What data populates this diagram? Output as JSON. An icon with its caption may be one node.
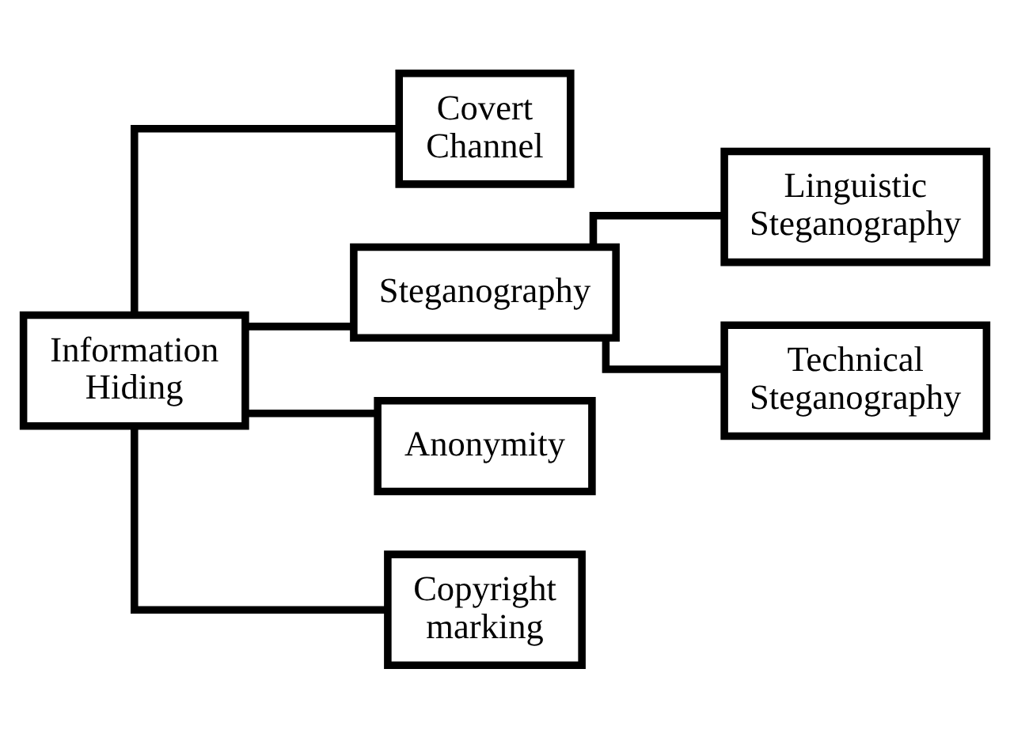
{
  "diagram": {
    "nodes": [
      {
        "text": [
          "Information Hiding"
        ]
      },
      {
        "text": [
          "Covert Channel"
        ]
      },
      {
        "text": [
          "Steganography"
        ]
      },
      {
        "text": [
          "Linguistic Steganography"
        ]
      },
      {
        "text": [
          "Technical Steganography"
        ]
      },
      {
        "text": [
          "Anonymity"
        ]
      },
      {
        "text": [
          "Copyright marking"
        ]
      }
    ],
    "edges": [
      {
        "from": 0,
        "to": 1,
        "arrow": "none"
      },
      {
        "from": 0,
        "to": 2,
        "arrow": "none"
      },
      {
        "from": 0,
        "to": 5,
        "arrow": "none"
      },
      {
        "from": 0,
        "to": 6,
        "arrow": "none"
      },
      {
        "from": 2,
        "to": 3,
        "arrow": "none"
      },
      {
        "from": 2,
        "to": 4,
        "arrow": "none"
      }
    ]
  }
}
